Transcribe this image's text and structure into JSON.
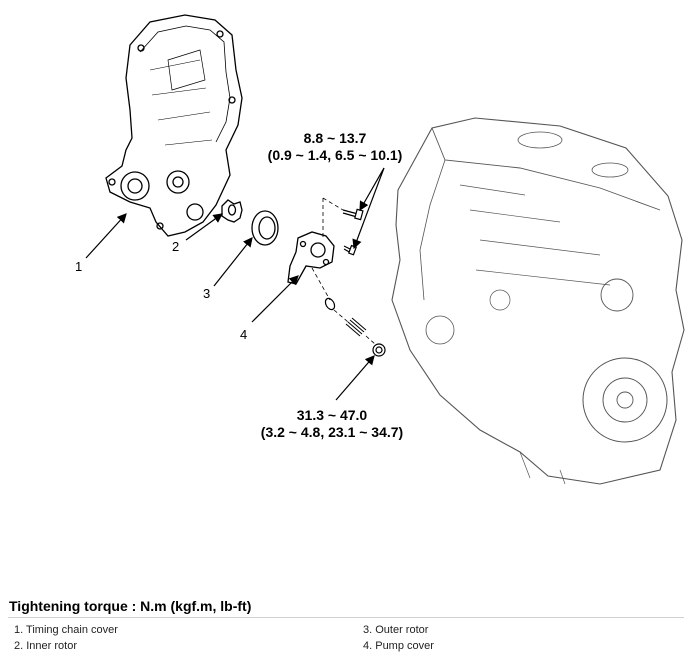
{
  "torque_upper": {
    "line1": "8.8 ~ 13.7",
    "line2": "(0.9 ~ 1.4, 6.5 ~ 10.1)"
  },
  "torque_lower": {
    "line1": "31.3 ~ 47.0",
    "line2": "(3.2 ~ 4.8, 23.1 ~ 34.7)"
  },
  "callouts": [
    "1",
    "2",
    "3",
    "4"
  ],
  "legend": {
    "title": "Tightening torque : N.m (kgf.m, lb-ft)",
    "items": [
      "1. Timing chain cover",
      "2. Inner rotor",
      "3. Outer rotor",
      "4. Pump cover"
    ]
  }
}
